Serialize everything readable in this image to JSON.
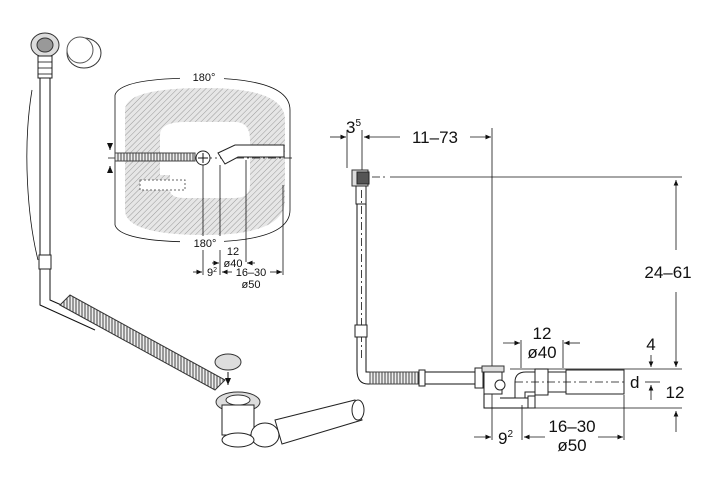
{
  "plan_view": {
    "angle_top": "180°",
    "angle_bottom": "180°",
    "dim_12": "12",
    "dim_d40": "ø40",
    "dim_9": "9",
    "dim_9_sup": "2",
    "dim_16_30": "16–30",
    "dim_d50": "ø50"
  },
  "side_view": {
    "dim_3": "3",
    "dim_3_sup": "5",
    "dim_11_73": "11–73",
    "dim_24_61": "24–61",
    "dim_4": "4",
    "dim_d": "d",
    "dim_12_right": "12",
    "dim_12_top": "12",
    "dim_d40": "ø40",
    "dim_9": "9",
    "dim_9_sup": "2",
    "dim_16_30": "16–30",
    "dim_d50": "ø50"
  }
}
